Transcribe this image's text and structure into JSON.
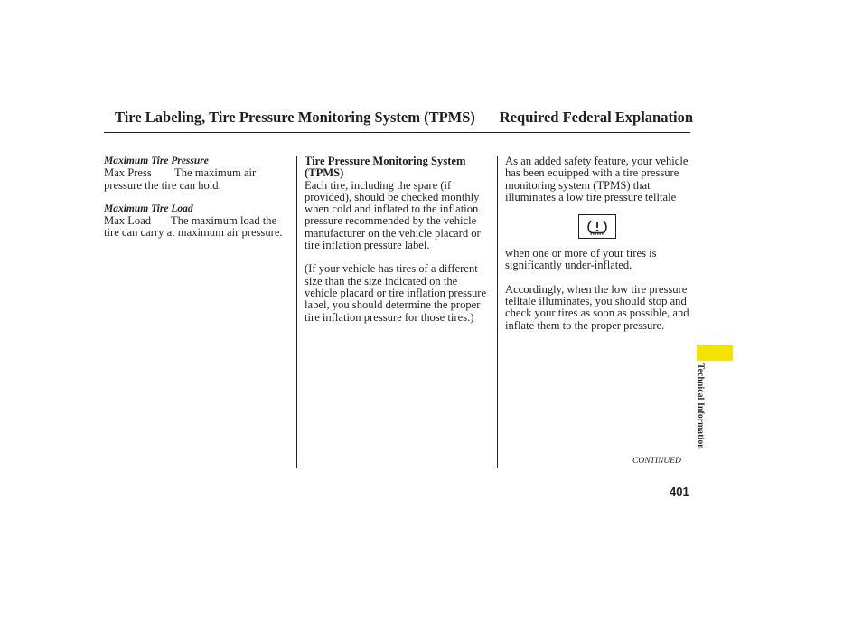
{
  "header": {
    "title_left": "Tire Labeling, Tire Pressure Monitoring System (TPMS)",
    "title_right": "Required Federal Explanation"
  },
  "col1": {
    "sec1_heading": "Maximum Tire Pressure",
    "sec1_term": "Max Press",
    "sec1_text": "The maximum air pressure the tire can hold.",
    "sec2_heading": "Maximum Tire Load",
    "sec2_term": "Max Load",
    "sec2_text": "The maximum load the tire can carry at maximum air pressure."
  },
  "col2": {
    "heading": "Tire Pressure Monitoring System (TPMS)",
    "para1": "Each tire, including the spare (if provided), should be checked monthly when cold and inflated to the inflation pressure recommended by the vehicle manufacturer on the vehicle placard or tire inflation pressure label.",
    "para2": "(If your vehicle has tires of a different size than the size indicated on the vehicle placard or tire inflation pressure label, you should determine the proper tire inflation pressure for those tires.)"
  },
  "col3": {
    "para1": "As an added safety feature, your vehicle has been equipped with a tire pressure monitoring system (TPMS) that illuminates a low tire pressure telltale",
    "icon": "low-tire-pressure-telltale-icon",
    "para2": "when one or more of your tires is significantly under-inflated.",
    "para3": "Accordingly, when the low tire pressure telltale illuminates, you should stop and check your tires as soon as possible, and inflate them to the proper pressure."
  },
  "side_tab": {
    "label": "Technical Information",
    "color": "#f4e200"
  },
  "footer": {
    "continued": "CONTINUED",
    "page_number": "401"
  }
}
